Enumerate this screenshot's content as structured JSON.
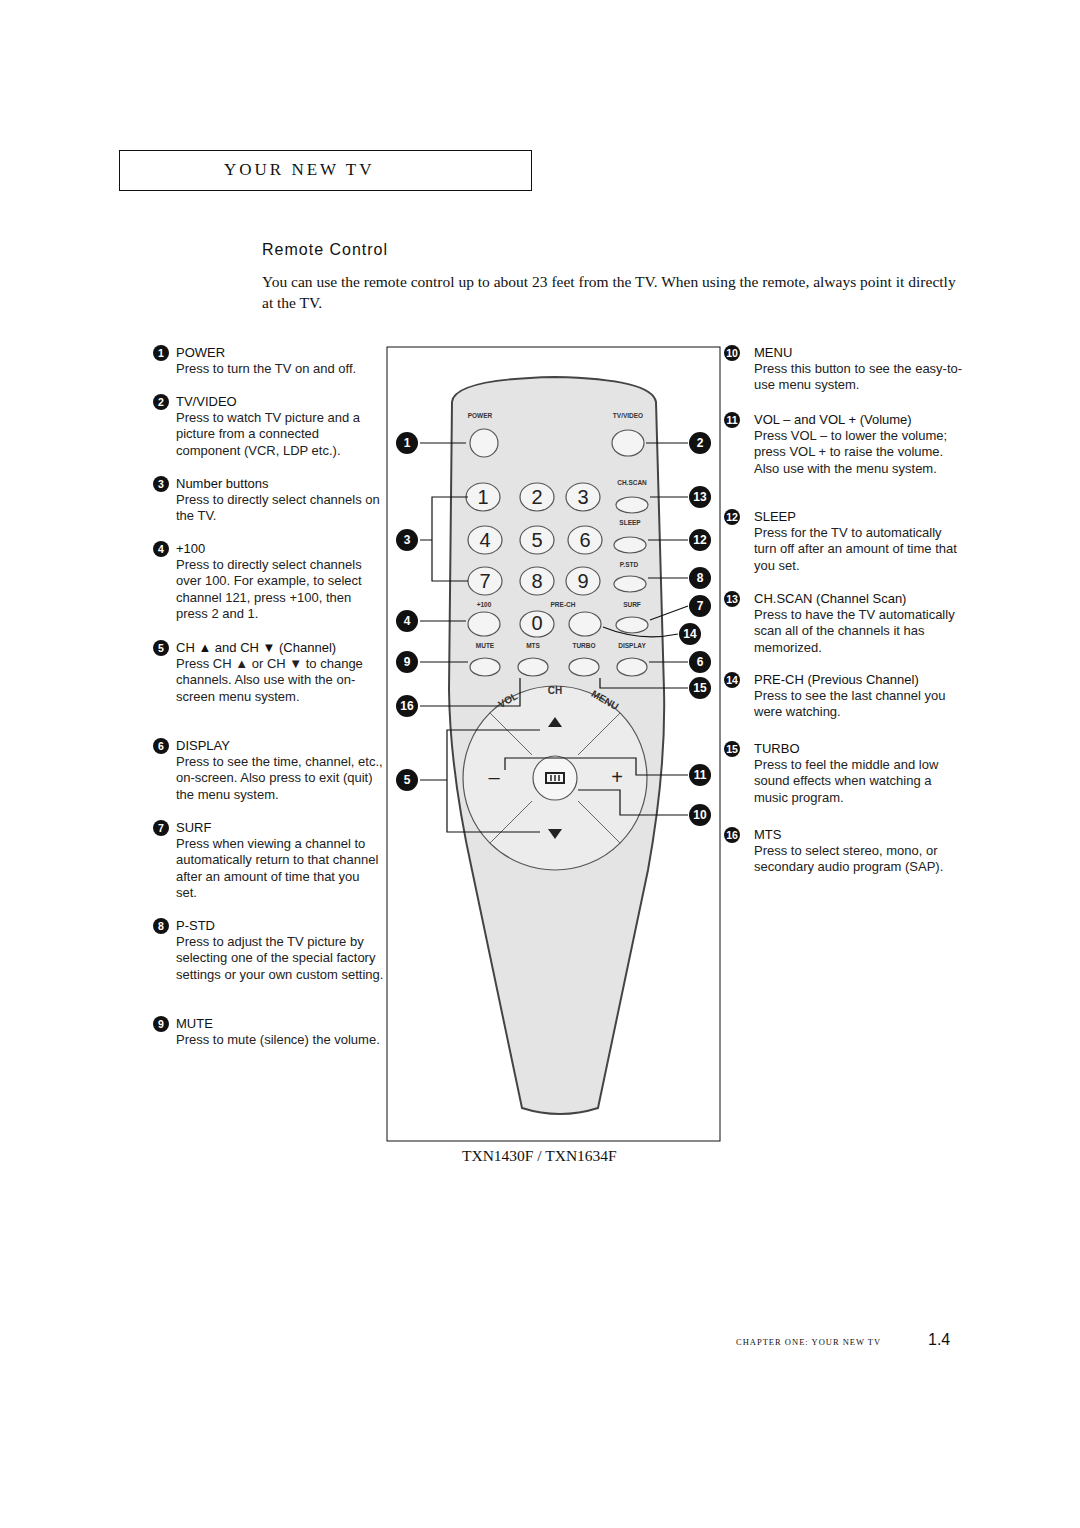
{
  "diagram": {
    "title": "Remote Control",
    "caption": "TXN1430F / TXN1634F",
    "nodes": [
      {
        "text": [
          "YOUR NEW TV"
        ]
      }
    ],
    "labels": [
      "You can use the remote control up to about 23 feet from the TV. When using the remote, always point it directly at the TV.",
      "1",
      "POWER",
      "Press to turn the TV on and off.",
      "2",
      "TV/VIDEO",
      "Press  to watch TV picture and a picture from a connected component (VCR, LDP etc.).",
      "3",
      "Number buttons",
      "Press to directly select channels on the TV.",
      "4",
      "+100",
      "Press to directly select channels over 100. For example, to select channel 121, press +100, then press 2 and 1.",
      "5",
      "CH ▲ and CH ▼ (Channel)",
      "Press CH ▲ or CH ▼ to change channels. Also use with the on-screen menu system.",
      "6",
      "DISPLAY",
      "Press to see the time, channel, etc., on-screen. Also press to exit (quit) the menu system.",
      "7",
      "SURF",
      "Press when viewing a channel to automatically return to that channel after an amount of time that you set.",
      "8",
      "P-STD",
      "Press to adjust the TV picture by selecting one of the special factory settings or your own custom setting.",
      "9",
      "MUTE",
      "Press to mute (silence) the volume.",
      "10",
      "MENU",
      "Press this button to see the easy-to-use menu system.",
      "11",
      "VOL – and VOL + (Volume)",
      "Press VOL –  to lower the volume; press VOL + to raise the volume. Also use with the menu system.",
      "12",
      "SLEEP",
      "Press for the TV to automatically turn off after an amount of time that you set.",
      "13",
      "CH.SCAN (Channel Scan)",
      "Press to have the TV automatically scan all of the channels it has memorized.",
      "14",
      "PRE-CH (Previous Channel)",
      "Press to see the last channel you were watching.",
      "15",
      "TURBO",
      "Press to feel the middle and low sound effects when watching a music program.",
      "16",
      "MTS",
      "Press to select stereo, mono, or secondary audio program (SAP).",
      "POWER",
      "TV/VIDEO",
      "CH.SCAN",
      "1",
      "2",
      "3",
      "SLEEP",
      "4",
      "5",
      "6",
      "P.STD",
      "7",
      "8",
      "9",
      "+100",
      "PRE-CH",
      "SURF",
      "0",
      "MUTE",
      "MTS",
      "TURBO",
      "DISPLAY",
      "VOL",
      "CH",
      "MENU",
      "–",
      "+",
      "1",
      "2",
      "13",
      "3",
      "12",
      "8",
      "7",
      "4",
      "14",
      "9",
      "6",
      "15",
      "16",
      "5",
      "11",
      "10",
      "CHAPTER ONE: YOUR NEW TV",
      "1.4"
    ]
  }
}
